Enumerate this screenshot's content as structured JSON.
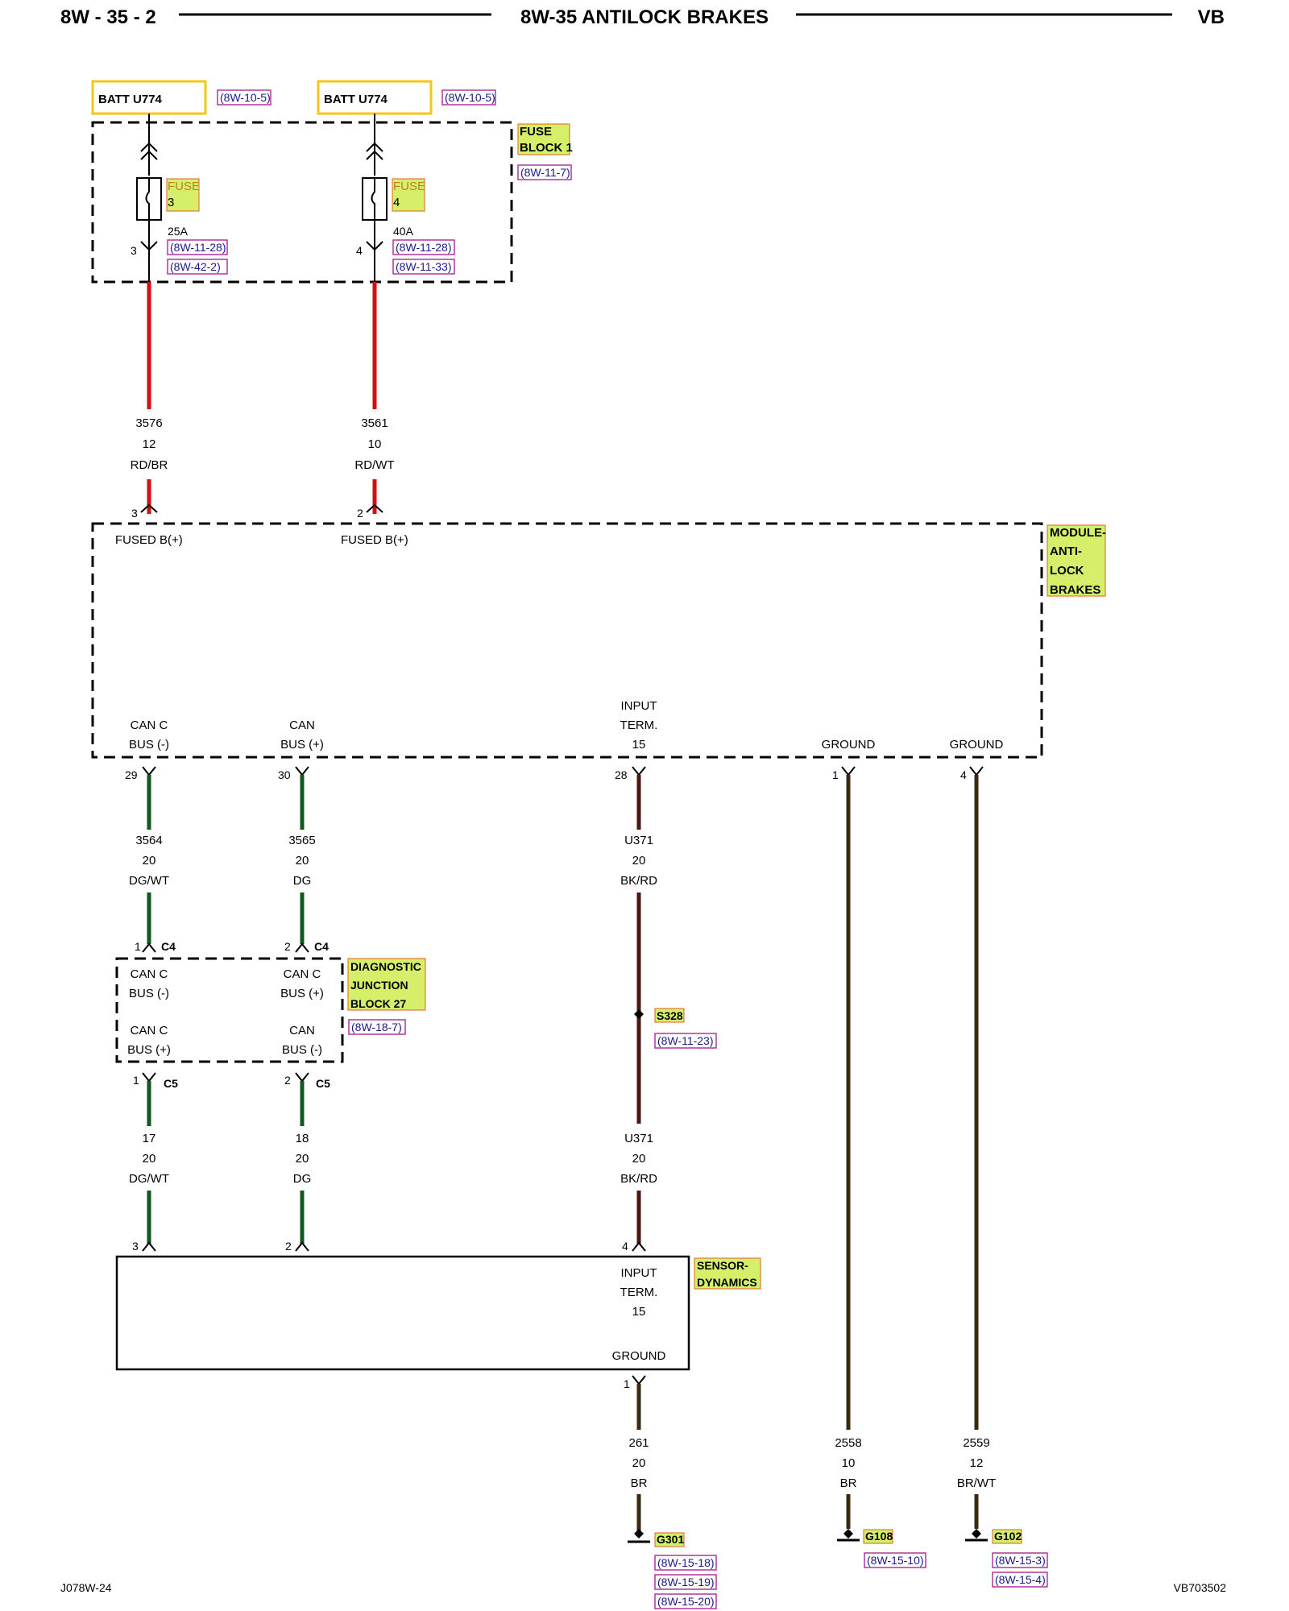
{
  "header": {
    "page": "8W - 35 - 2",
    "title": "8W-35 ANTILOCK BRAKES",
    "model": "VB"
  },
  "footer": {
    "left": "J078W-24",
    "right": "VB703502"
  },
  "batt": [
    {
      "label": "BATT U774",
      "ref": "(8W-10-5)"
    },
    {
      "label": "BATT U774",
      "ref": "(8W-10-5)"
    }
  ],
  "fuse_block": {
    "line1": "FUSE",
    "line2": "BLOCK 1",
    "ref": "(8W-11-7)"
  },
  "fuses": [
    {
      "line1": "FUSE",
      "line2": "3",
      "rating": "25A",
      "pin": "3",
      "refs": [
        "(8W-11-28)",
        "(8W-42-2)"
      ]
    },
    {
      "line1": "FUSE",
      "line2": "4",
      "rating": "40A",
      "pin": "4",
      "refs": [
        "(8W-11-28)",
        "(8W-11-33)"
      ]
    }
  ],
  "wires_top": [
    {
      "circuit": "3576",
      "gauge": "12",
      "color": "RD/BR",
      "pin": "3",
      "label": "FUSED B(+)"
    },
    {
      "circuit": "3561",
      "gauge": "10",
      "color": "RD/WT",
      "pin": "2",
      "label": "FUSED B(+)"
    }
  ],
  "module": {
    "lines": [
      "MODULE-",
      "ANTI-",
      "LOCK",
      "BRAKES"
    ]
  },
  "module_pins": [
    {
      "l1": "CAN C",
      "l2": "BUS (-)",
      "pin": "29"
    },
    {
      "l1": "CAN",
      "l2": "BUS (+)",
      "pin": "30"
    },
    {
      "l0": "INPUT",
      "l1": "TERM.",
      "l2": "15",
      "pin": "28"
    },
    {
      "l2": "GROUND",
      "pin": "1"
    },
    {
      "l2": "GROUND",
      "pin": "4"
    }
  ],
  "wires_mid": [
    {
      "circuit": "3564",
      "gauge": "20",
      "color": "DG/WT"
    },
    {
      "circuit": "3565",
      "gauge": "20",
      "color": "DG"
    },
    {
      "circuit": "U371",
      "gauge": "20",
      "color": "BK/RD"
    }
  ],
  "djb": {
    "lines": [
      "DIAGNOSTIC",
      "JUNCTION",
      "BLOCK 27"
    ],
    "ref": "(8W-18-7)",
    "top_conn": "C4",
    "bot_conn": "C5",
    "left_top": [
      "CAN C",
      "BUS (-)"
    ],
    "right_top": [
      "CAN C",
      "BUS (+)"
    ],
    "left_bot": [
      "CAN C",
      "BUS (+)"
    ],
    "right_bot": [
      "CAN",
      "BUS (-)"
    ],
    "pins_top": [
      "1",
      "2"
    ],
    "pins_bot": [
      "1",
      "2"
    ]
  },
  "splice": {
    "name": "S328",
    "ref": "(8W-11-23)"
  },
  "wires_low": [
    {
      "circuit": "17",
      "gauge": "20",
      "color": "DG/WT",
      "pin": "3"
    },
    {
      "circuit": "18",
      "gauge": "20",
      "color": "DG",
      "pin": "2"
    },
    {
      "circuit": "U371",
      "gauge": "20",
      "color": "BK/RD",
      "pin": "4"
    }
  ],
  "sensor": {
    "lines": [
      "SENSOR-",
      "DYNAMICS"
    ],
    "input": [
      "INPUT",
      "TERM.",
      "15"
    ],
    "ground": "GROUND",
    "ground_pin": "1"
  },
  "wires_gnd": [
    {
      "circuit": "261",
      "gauge": "20",
      "color": "BR"
    },
    {
      "circuit": "2558",
      "gauge": "10",
      "color": "BR"
    },
    {
      "circuit": "2559",
      "gauge": "12",
      "color": "BR/WT"
    }
  ],
  "grounds": [
    {
      "name": "G301",
      "refs": [
        "(8W-15-18)",
        "(8W-15-19)",
        "(8W-15-20)"
      ]
    },
    {
      "name": "G108",
      "refs": [
        "(8W-15-10)"
      ]
    },
    {
      "name": "G102",
      "refs": [
        "(8W-15-3)",
        "(8W-15-4)"
      ]
    }
  ]
}
